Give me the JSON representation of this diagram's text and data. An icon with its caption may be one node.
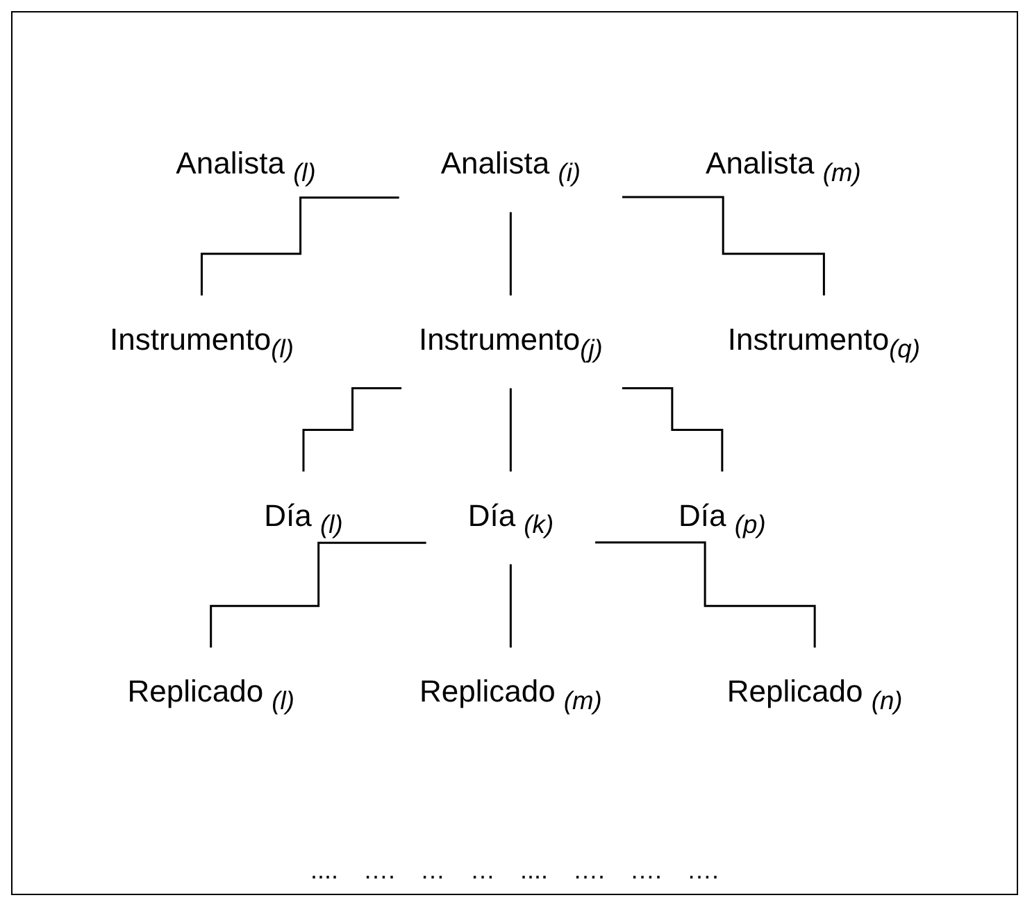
{
  "diagram": {
    "nodes": [
      {
        "text": [
          "Analista $_{(l)}$"
        ]
      },
      {
        "text": [
          "Analista $_{(i)}$"
        ]
      },
      {
        "text": [
          "Analista $_{(m)}$"
        ]
      },
      {
        "text": [
          "Instrumento$_{(l)}$"
        ]
      },
      {
        "text": [
          "Instrumento$_{(j)}$"
        ]
      },
      {
        "text": [
          "Instrumento$_{(q)}$"
        ]
      },
      {
        "text": [
          "Día $_{(l)}$"
        ]
      },
      {
        "text": [
          "Día $_{(k)}$"
        ]
      },
      {
        "text": [
          "Día $_{(p)}$"
        ]
      },
      {
        "text": [
          "Replicado $_{(l)}$"
        ]
      },
      {
        "text": [
          "Replicado $_{(m)}$"
        ]
      },
      {
        "text": [
          "Replicado $_{(n)}$"
        ]
      }
    ],
    "edges": [
      {
        "from": 1,
        "to": 3,
        "arrow": "none"
      },
      {
        "from": 1,
        "to": 4,
        "arrow": "none"
      },
      {
        "from": 1,
        "to": 5,
        "arrow": "none"
      },
      {
        "from": 4,
        "to": 6,
        "arrow": "none"
      },
      {
        "from": 4,
        "to": 7,
        "arrow": "none"
      },
      {
        "from": 4,
        "to": 8,
        "arrow": "none"
      },
      {
        "from": 7,
        "to": 9,
        "arrow": "none"
      },
      {
        "from": 7,
        "to": 10,
        "arrow": "none"
      },
      {
        "from": 7,
        "to": 11,
        "arrow": "none"
      }
    ],
    "labels": [
      "....",
      "….",
      "…",
      "…",
      "....",
      "….",
      "….",
      "…."
    ]
  }
}
